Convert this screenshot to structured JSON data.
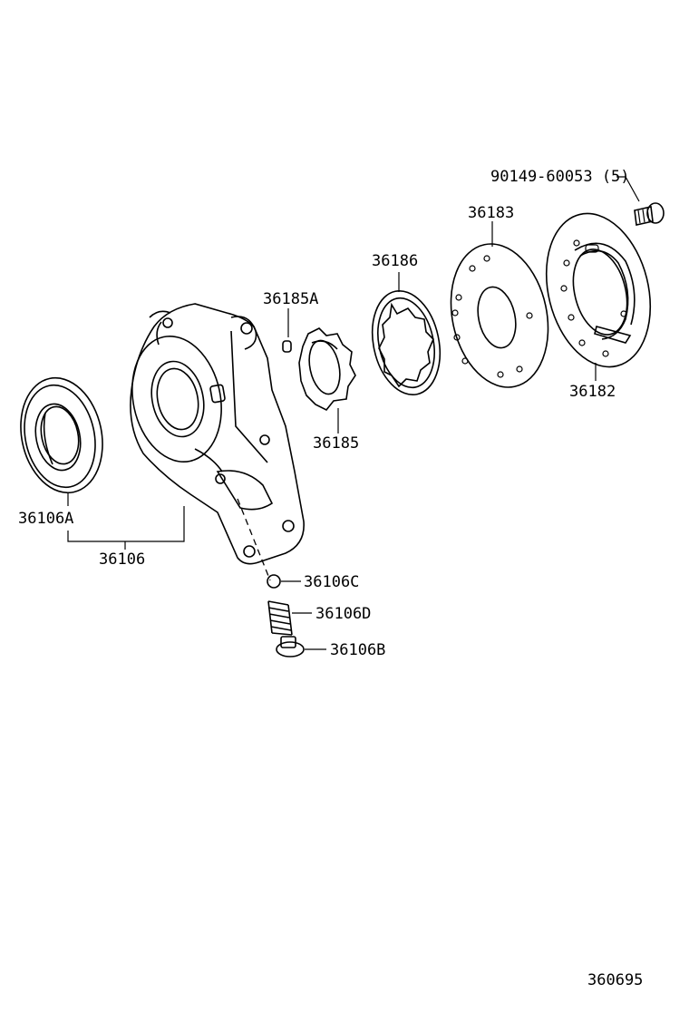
{
  "diagram": {
    "drawing_number": "360695",
    "labels": {
      "bolt": "90149-60053 (5)",
      "plate_36183": "36183",
      "ring_gear": "36186",
      "cover_36182": "36182",
      "pin": "36185A",
      "drive_gear": "36185",
      "oil_seal": "36106A",
      "pump_body": "36106",
      "ball": "36106C",
      "spring": "36106D",
      "plug": "36106B"
    }
  }
}
